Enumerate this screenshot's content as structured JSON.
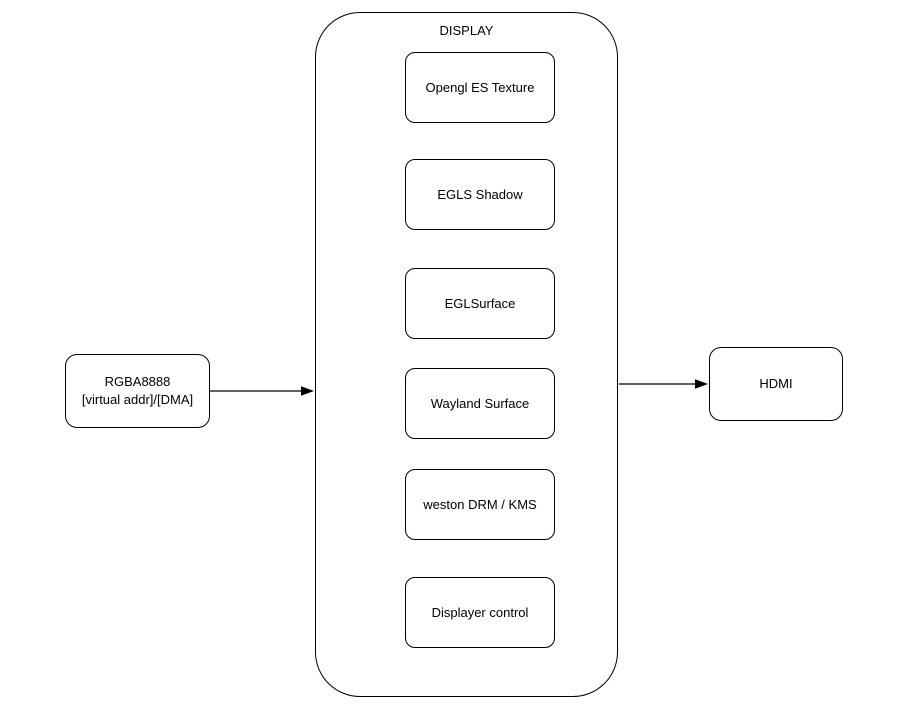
{
  "canvas": {
    "background": "#ffffff",
    "stroke_color": "#000000",
    "text_color": "#000000"
  },
  "nodes": {
    "source": {
      "line1": "RGBA8888",
      "line2": "[virtual addr]/[DMA]"
    },
    "display": {
      "title": "DISPLAY",
      "children": [
        "Opengl ES Texture",
        "EGLS Shadow",
        "EGLSurface",
        "Wayland Surface",
        "weston DRM / KMS",
        "Displayer control"
      ]
    },
    "sink": {
      "label": "HDMI"
    }
  },
  "edges": [
    {
      "from": "RGBA8888 [virtual addr]/[DMA]",
      "to": "DISPLAY",
      "direction": "right"
    },
    {
      "from": "DISPLAY",
      "to": "HDMI",
      "direction": "right"
    }
  ]
}
